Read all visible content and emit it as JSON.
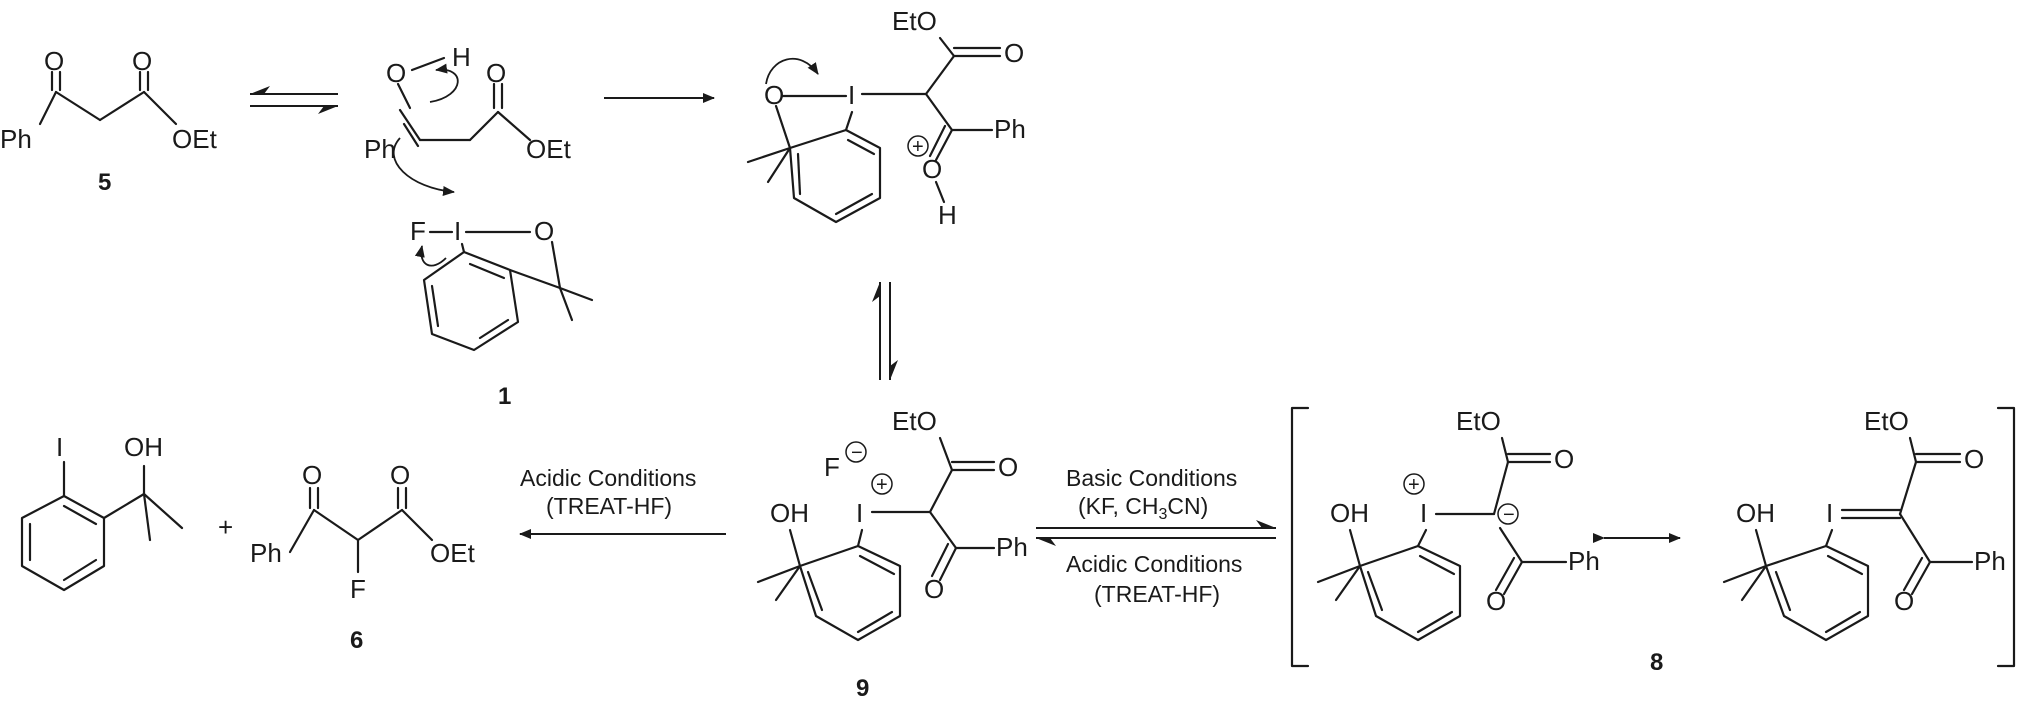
{
  "atoms": {
    "o": "O",
    "oh": "OH",
    "h": "H",
    "ph": "Ph",
    "oet": "OEt",
    "eto": "EtO",
    "i": "I",
    "f": "F",
    "plus": "+"
  },
  "compounds": {
    "c5": "5",
    "c1": "1",
    "c6": "6",
    "c9": "9",
    "c8": "8"
  },
  "conditions": {
    "acidic_left_line1": "Acidic Conditions",
    "acidic_left_line2": "(TREAT-HF)",
    "basic_line1": "Basic Conditions",
    "basic_kf": "(KF, CH",
    "basic_sub3": "3",
    "basic_cn": "CN)",
    "acidic_right_line1": "Acidic Conditions",
    "acidic_right_line2": "(TREAT-HF)"
  },
  "charges": {
    "positive": "+",
    "negative": "−"
  }
}
